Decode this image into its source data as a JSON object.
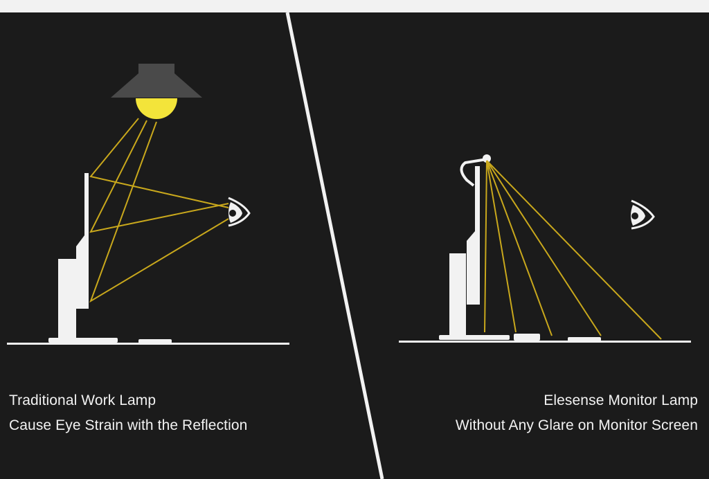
{
  "left_panel": {
    "caption_line1": "Traditional Work Lamp",
    "caption_line2": "Cause Eye Strain with the Reflection"
  },
  "right_panel": {
    "caption_line1": "Elesense Monitor Lamp",
    "caption_line2": "Without Any Glare on Monitor Screen"
  },
  "colors": {
    "background": "#1b1b1b",
    "light_ray": "#c9a81c",
    "bulb": "#f3e43a",
    "lamp_shade": "#4a4a4a",
    "line_art": "#f2f2f2"
  },
  "icons": [
    "ceiling-lamp-icon",
    "monitor-icon",
    "eye-icon",
    "monitor-light-bar-icon",
    "keyboard-icon",
    "mouse-icon"
  ]
}
